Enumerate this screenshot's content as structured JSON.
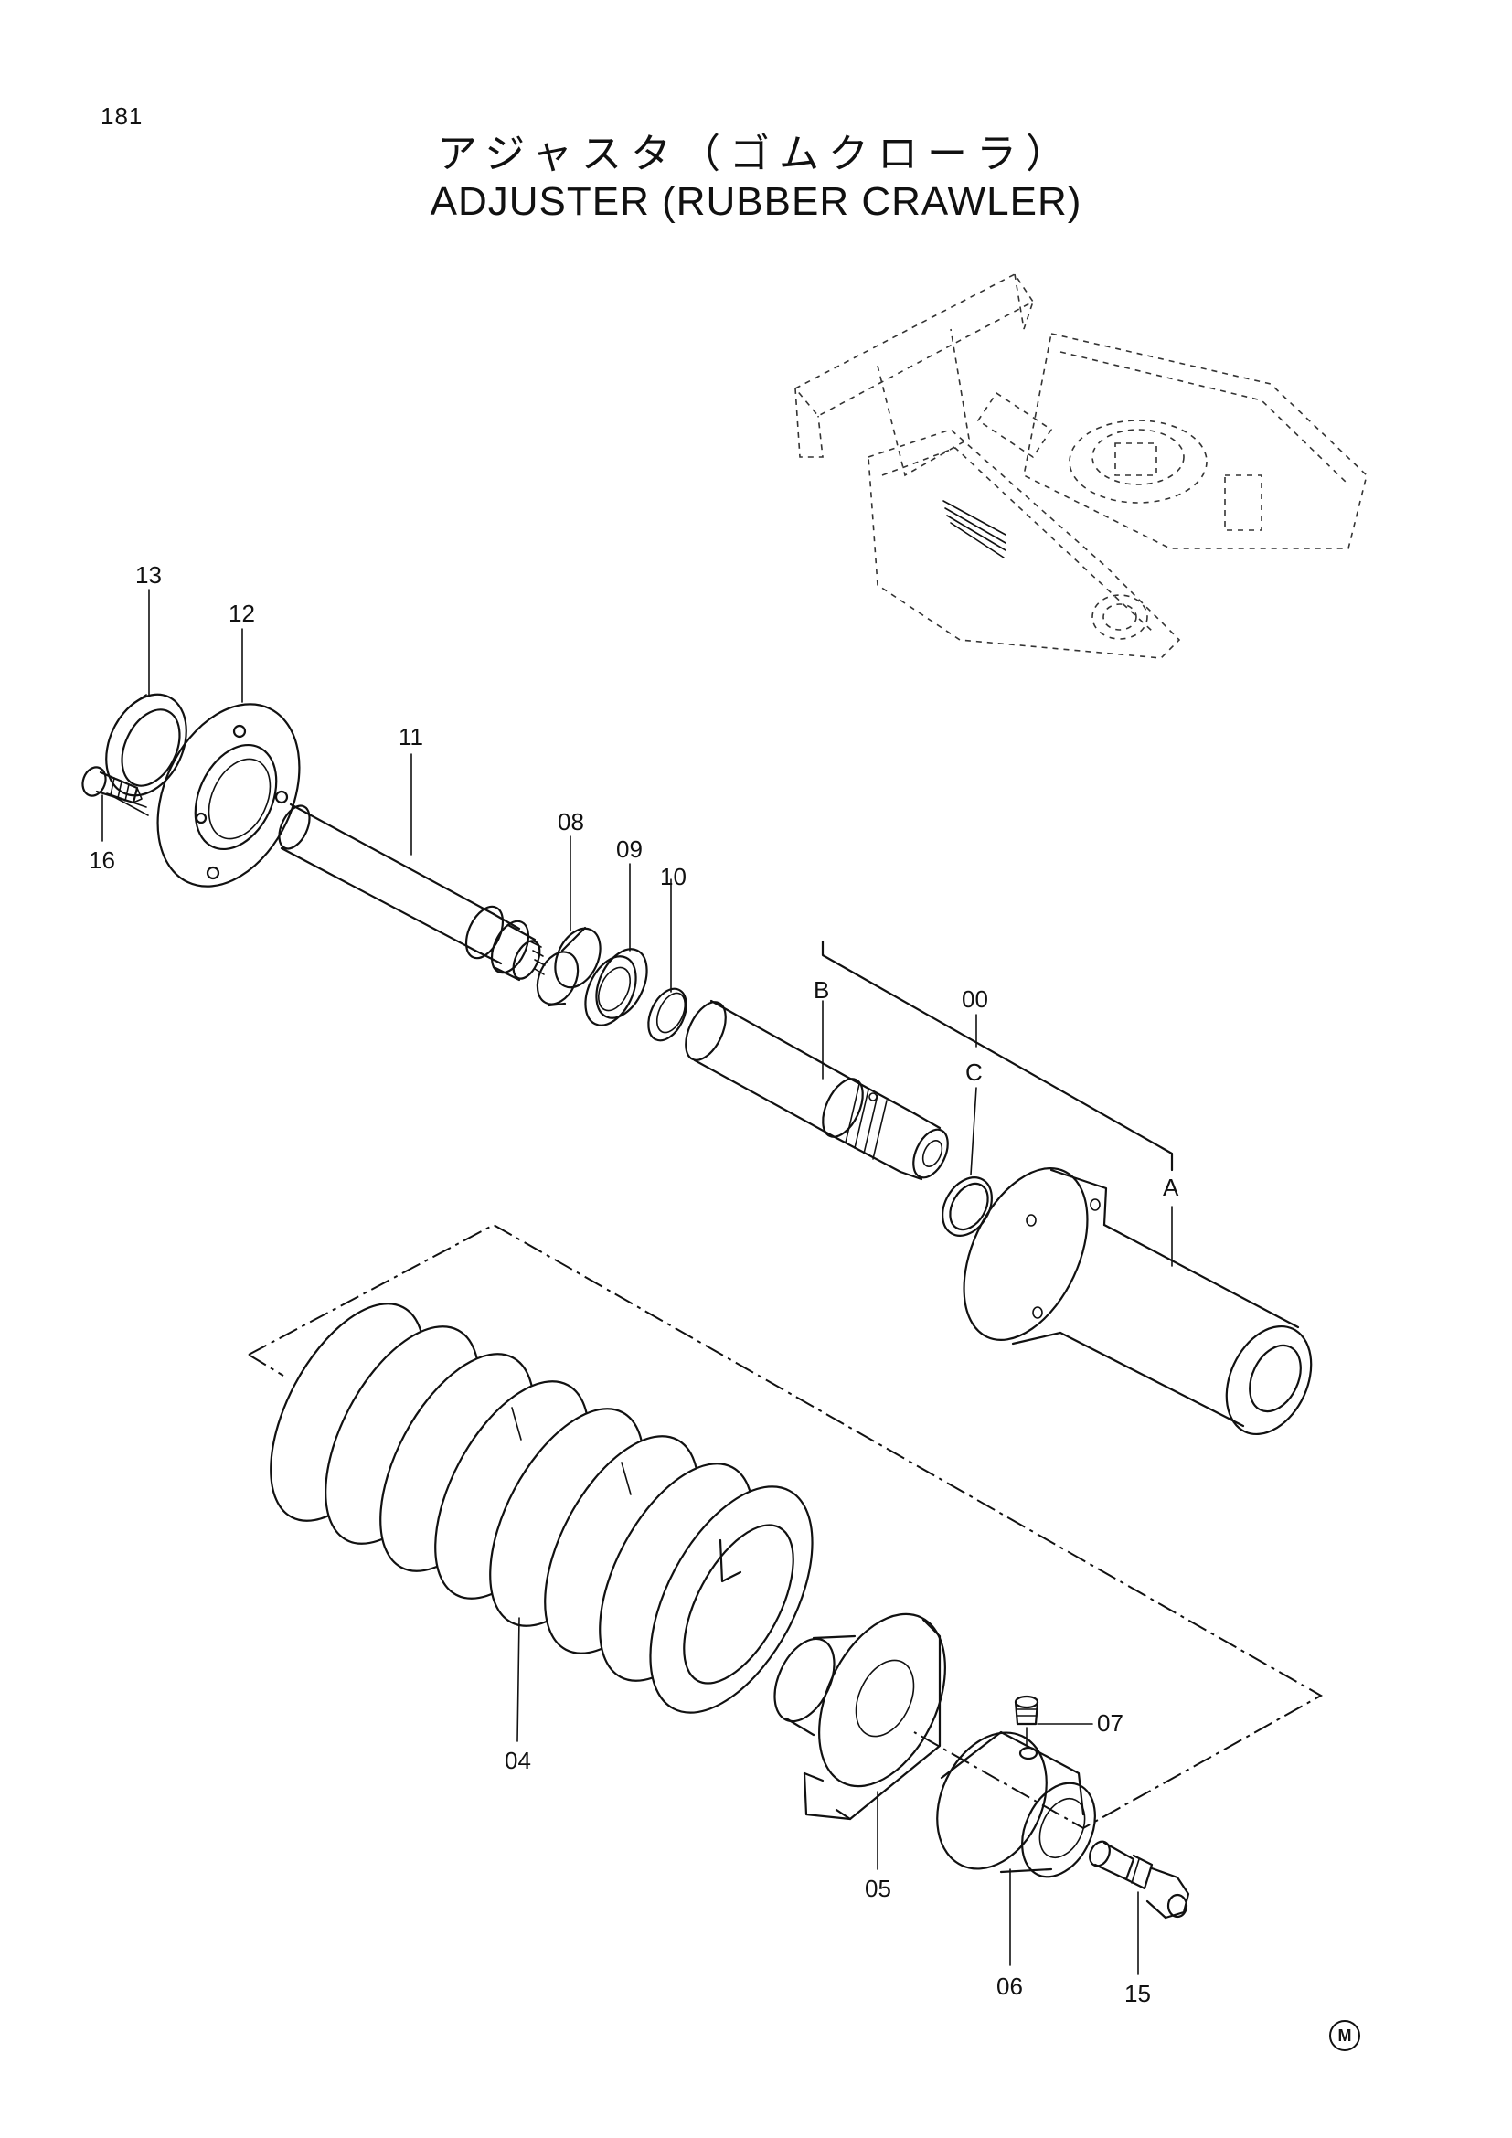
{
  "page": {
    "number": "181",
    "title_jp": "アジャスタ（ゴムクローラ）",
    "title_en": "ADJUSTER (RUBBER CRAWLER)",
    "mark": "M"
  },
  "callouts": {
    "p00": "00",
    "p04": "04",
    "p05": "05",
    "p06": "06",
    "p07": "07",
    "p08": "08",
    "p09": "09",
    "p10": "10",
    "p11": "11",
    "p12": "12",
    "p13": "13",
    "p15": "15",
    "p16": "16",
    "a": "A",
    "b": "B",
    "c": "C"
  }
}
